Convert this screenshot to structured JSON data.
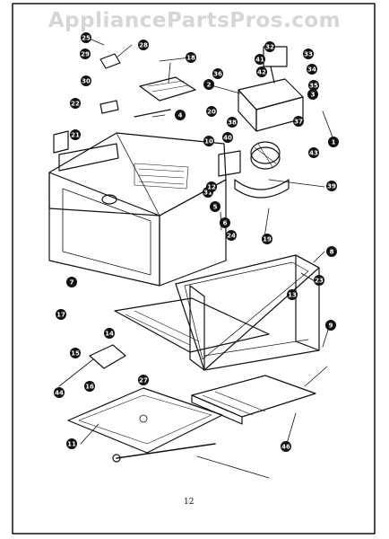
{
  "watermark": "AppliancePartsPros.com",
  "page_number": "12",
  "callouts": [
    "25",
    "28",
    "29",
    "30",
    "22",
    "18",
    "4",
    "20",
    "21",
    "10",
    "31",
    "12",
    "32",
    "41",
    "42",
    "33",
    "34",
    "35",
    "2",
    "36",
    "3",
    "38",
    "37",
    "1",
    "43",
    "39",
    "40",
    "5",
    "6",
    "19",
    "24",
    "8",
    "23",
    "7",
    "13",
    "9",
    "17",
    "14",
    "15",
    "16",
    "27",
    "44",
    "11",
    "46"
  ]
}
